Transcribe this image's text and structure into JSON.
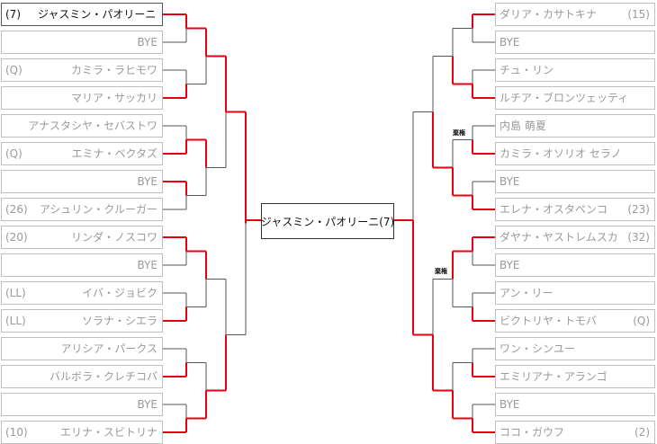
{
  "left": [
    {
      "seed": "(7)",
      "name": "ジャスミン・パオリーニ"
    },
    {
      "seed": "",
      "name": "BYE"
    },
    {
      "seed": "(Q)",
      "name": "カミラ・ラヒモワ"
    },
    {
      "seed": "",
      "name": "マリア・サッカリ"
    },
    {
      "seed": "",
      "name": "アナスタシヤ・セバストワ"
    },
    {
      "seed": "(Q)",
      "name": "エミナ・ベクタズ"
    },
    {
      "seed": "",
      "name": "BYE"
    },
    {
      "seed": "(26)",
      "name": "アシュリン・クルーガー"
    },
    {
      "seed": "(20)",
      "name": "リンダ・ノスコワ"
    },
    {
      "seed": "",
      "name": "BYE"
    },
    {
      "seed": "(LL)",
      "name": "イバ・ジョビク"
    },
    {
      "seed": "(LL)",
      "name": "ソラナ・シエラ"
    },
    {
      "seed": "",
      "name": "アリシア・パークス"
    },
    {
      "seed": "",
      "name": "バルボラ・クレチコバ"
    },
    {
      "seed": "",
      "name": "BYE"
    },
    {
      "seed": "(10)",
      "name": "エリナ・スビトリナ"
    }
  ],
  "right": [
    {
      "seed": "(15)",
      "name": "ダリア・カサトキナ"
    },
    {
      "seed": "",
      "name": "BYE"
    },
    {
      "seed": "",
      "name": "チュ・リン"
    },
    {
      "seed": "",
      "name": "ルチア・ブロンツェッティ"
    },
    {
      "seed": "",
      "name": "内島 萌夏"
    },
    {
      "seed": "",
      "name": "カミラ・オソリオ セラノ"
    },
    {
      "seed": "",
      "name": "BYE"
    },
    {
      "seed": "(23)",
      "name": "エレナ・オスタペンコ"
    },
    {
      "seed": "(32)",
      "name": "ダヤナ・ヤストレムスカ"
    },
    {
      "seed": "",
      "name": "BYE"
    },
    {
      "seed": "",
      "name": "アン・リー"
    },
    {
      "seed": "(Q)",
      "name": "ビクトリヤ・トモバ"
    },
    {
      "seed": "",
      "name": "ワン・シンユー"
    },
    {
      "seed": "",
      "name": "エミリアナ・アランゴ"
    },
    {
      "seed": "",
      "name": "BYE"
    },
    {
      "seed": "(2)",
      "name": "ココ・ガウフ"
    }
  ],
  "champion": "ジャスミン・パオリーニ(7)",
  "walkover_notes": [
    "棄権",
    "棄権"
  ],
  "colors": {
    "win": "#e60012",
    "line": "#555555",
    "slot_border": "#bfbfbf"
  }
}
